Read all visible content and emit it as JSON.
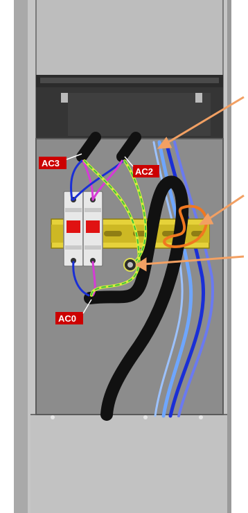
{
  "labels": {
    "ac3": "AC3",
    "ac2": "AC2",
    "ac0": "AC0"
  },
  "colors": {
    "cabinet_gray": "#b8b8b8",
    "cabinet_light": "#d0d0d0",
    "panel_bg": "#8a8a8a",
    "cable_black": "#111111",
    "wire_blue": "#1a2fd6",
    "wire_light_blue": "#6ea6ff",
    "wire_magenta": "#d63ad6",
    "wire_ground": "#d8f03a",
    "wire_ground_dash": "#3fbf3f",
    "din_rail": "#e6d23a",
    "label_bg": "#cc0000",
    "callout_orange": "#f2a063",
    "highlight_orange": "#f07820"
  },
  "icons": [
    "circuit-breaker-icon",
    "ground-stud-icon",
    "callout-arrow-icon"
  ]
}
